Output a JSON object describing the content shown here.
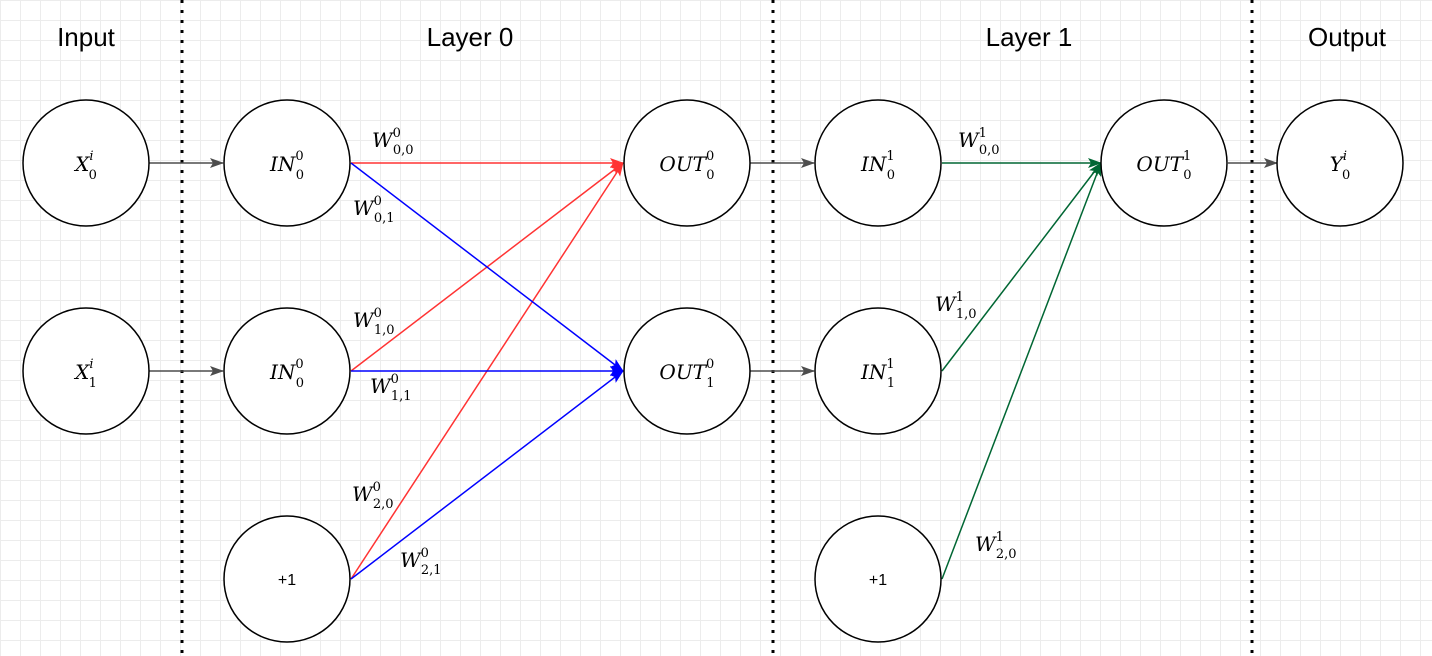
{
  "sections": [
    {
      "id": "input",
      "title": "Input"
    },
    {
      "id": "layer0",
      "title": "Layer 0"
    },
    {
      "id": "layer1",
      "title": "Layer 1"
    },
    {
      "id": "output",
      "title": "Output"
    }
  ],
  "nodes": {
    "x0": {
      "base": "X",
      "sub": "0",
      "sup": "i"
    },
    "x1": {
      "base": "X",
      "sub": "1",
      "sup": "i"
    },
    "in00": {
      "base": "IN",
      "sub": "0",
      "sup": "0"
    },
    "in01": {
      "base": "IN",
      "sub": "0",
      "sup": "0"
    },
    "bias0": {
      "text": "+1"
    },
    "out00": {
      "base": "OUT",
      "sub": "0",
      "sup": "0"
    },
    "out01": {
      "base": "OUT",
      "sub": "1",
      "sup": "0"
    },
    "in10": {
      "base": "IN",
      "sub": "0",
      "sup": "1"
    },
    "in11": {
      "base": "IN",
      "sub": "1",
      "sup": "1"
    },
    "bias1": {
      "text": "+1"
    },
    "out10": {
      "base": "OUT",
      "sub": "0",
      "sup": "1"
    },
    "y0": {
      "base": "Y",
      "sub": "0",
      "sup": "i"
    }
  },
  "weights": {
    "w000": {
      "base": "W",
      "sub": "0,0",
      "sup": "0"
    },
    "w001": {
      "base": "W",
      "sub": "0,1",
      "sup": "0"
    },
    "w010": {
      "base": "W",
      "sub": "1,0",
      "sup": "0"
    },
    "w011": {
      "base": "W",
      "sub": "1,1",
      "sup": "0"
    },
    "w020": {
      "base": "W",
      "sub": "2,0",
      "sup": "0"
    },
    "w021": {
      "base": "W",
      "sub": "2,1",
      "sup": "0"
    },
    "w100": {
      "base": "W",
      "sub": "0,0",
      "sup": "1"
    },
    "w110": {
      "base": "W",
      "sub": "1,0",
      "sup": "1"
    },
    "w120": {
      "base": "W",
      "sub": "2,0",
      "sup": "1"
    }
  },
  "colors": {
    "background": "#ffffff",
    "grid": "#ececec",
    "red": "#ff3333",
    "blue": "#0000ff",
    "green": "#006633",
    "gray": "#4d4d4d"
  }
}
